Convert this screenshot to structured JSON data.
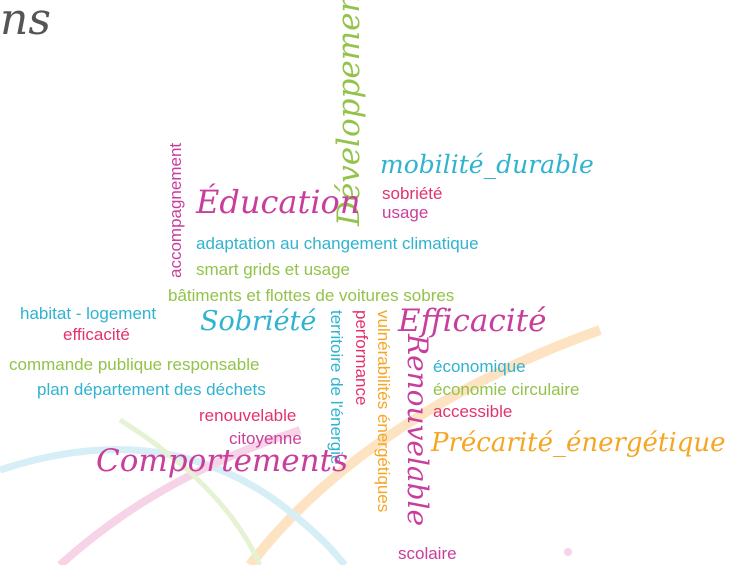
{
  "header_fragment": "ns",
  "colors": {
    "pink": "#c83e9c",
    "crimson": "#e2336b",
    "cyan": "#2fb3d0",
    "green": "#93c34a",
    "orange": "#f5a623",
    "decor_orange": "#fde3c2",
    "decor_blue": "#d6eef6",
    "decor_pink": "#f6d3e6",
    "decor_green": "#e6f2d4"
  },
  "words": {
    "accompagnement": "accompagnement",
    "developpement": "Développement",
    "education": "Éducation",
    "mobilite_durable": "mobilité_durable",
    "sobriete": "sobriété",
    "usage": "usage",
    "adaptation": "adaptation au changement climatique",
    "smart_grids": "smart grids et usage",
    "batiments": "bâtiments et flottes de voitures sobres",
    "habitat": "habitat - logement",
    "efficacite": "efficacité",
    "sobriete_script": "Sobriété",
    "territoire": "territoire de l'énergie",
    "performance": "performance",
    "vulnerabilites": "vulnérabilités énergétiques",
    "efficacite_script": "Efficacité",
    "commande_publique": "commande publique responsable",
    "plan_departement": "plan département des déchets",
    "renouvelable": "renouvelable",
    "citoyenne": "citoyenne",
    "comportements": "Comportements",
    "renouvelable_script": "Renouvelable",
    "economique": "économique",
    "economie_circulaire": "économie circulaire",
    "accessible": "accessible",
    "precarite": "Précarité_énergétique",
    "scolaire": "scolaire"
  }
}
